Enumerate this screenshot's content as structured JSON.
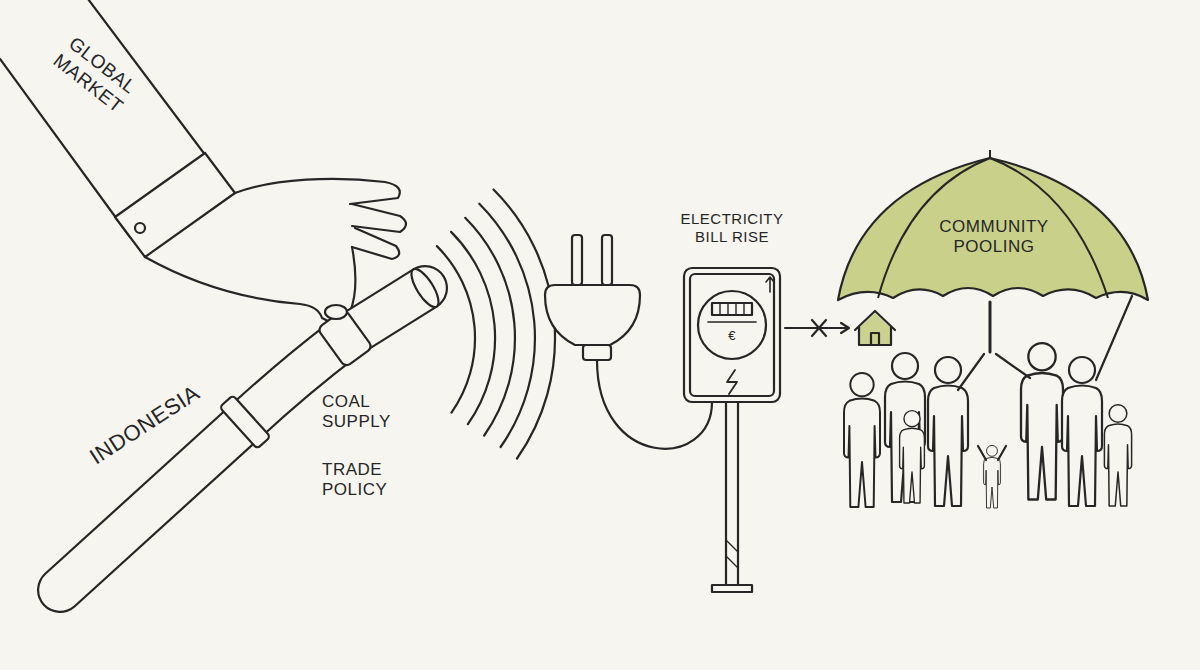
{
  "diagram": {
    "nodes": [
      {
        "text": [
          "ELECTRICITY BILL RISE"
        ]
      },
      {
        "text": [
          "COMMUNITY POOLING"
        ]
      }
    ],
    "labels": [
      "GLOBAL MARKET",
      "INDONESIA",
      "COAL SUPPLY",
      "TRADE POLICY",
      "€"
    ]
  }
}
